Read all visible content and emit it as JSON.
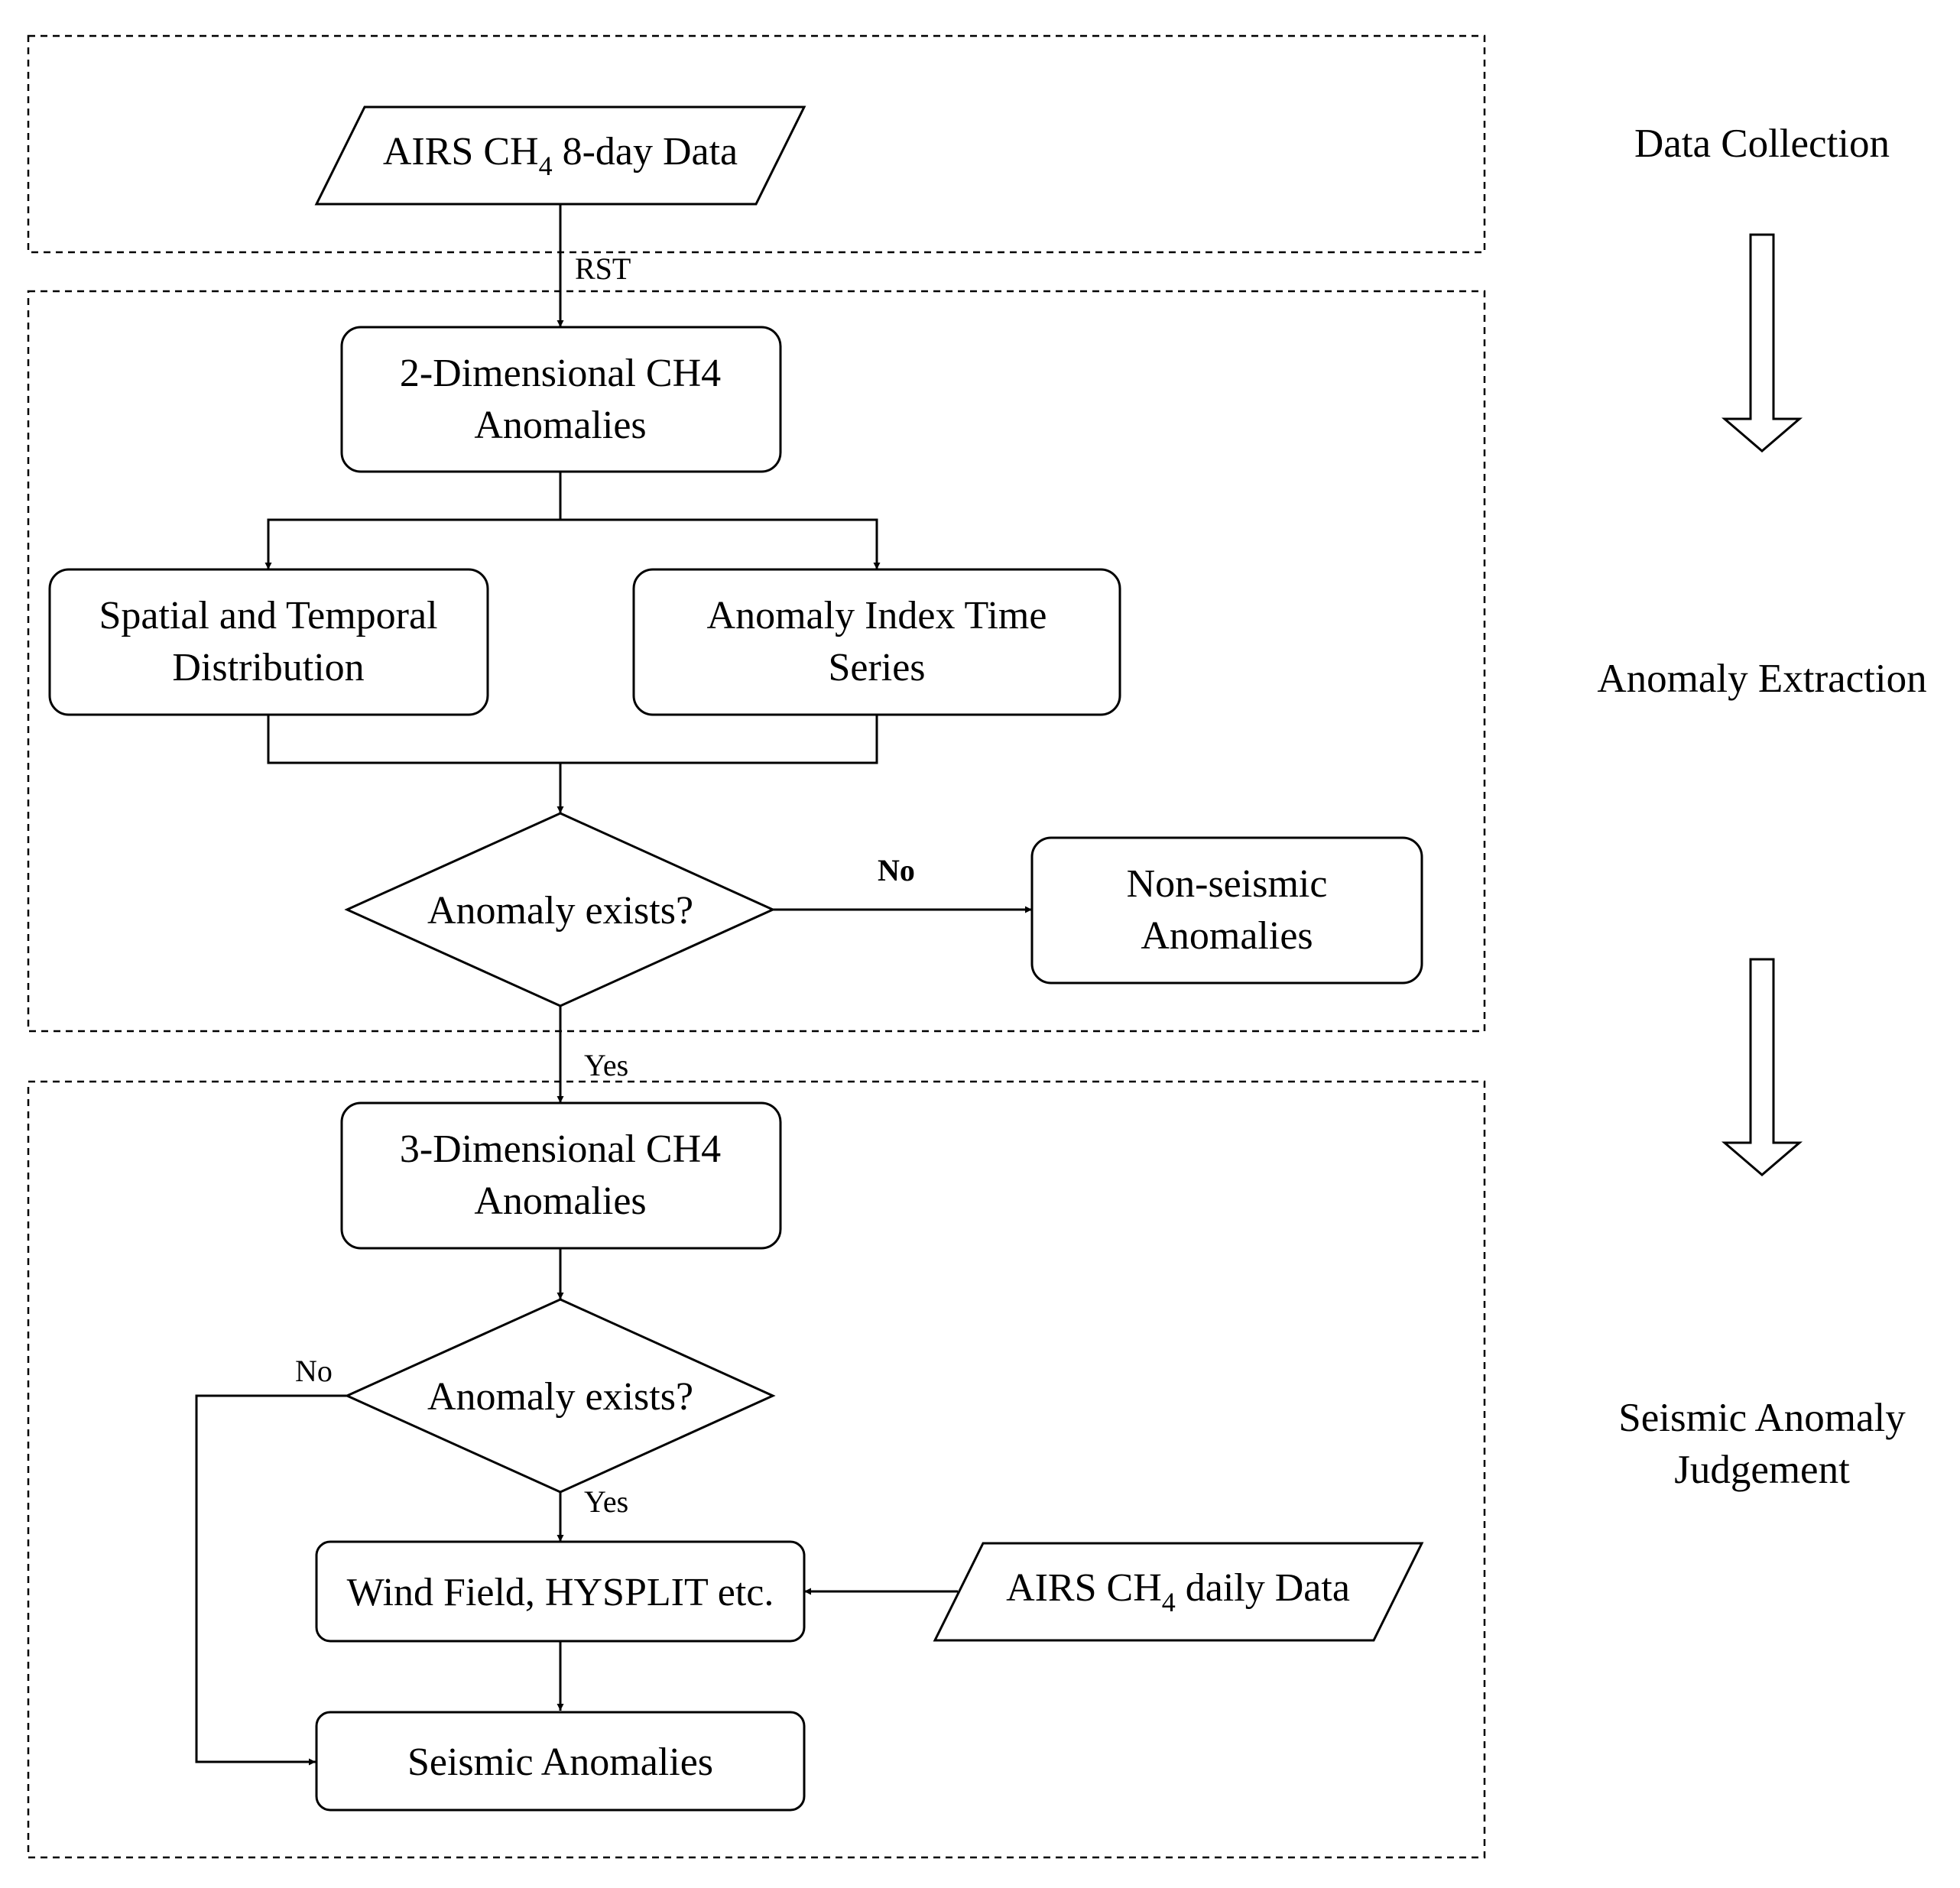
{
  "stages": {
    "data_collection": "Data Collection",
    "anomaly_extraction": "Anomaly Extraction",
    "seismic_judgement_line1": "Seismic Anomaly",
    "seismic_judgement_line2": "Judgement"
  },
  "nodes": {
    "airs_8day": {
      "prefix": "AIRS CH",
      "sub": "4",
      "suffix": " 8-day Data"
    },
    "anom2d": {
      "line1": "2-Dimensional CH4",
      "line2": "Anomalies"
    },
    "spatial": {
      "line1": "Spatial and Temporal",
      "line2": "Distribution"
    },
    "index_ts": {
      "line1": "Anomaly Index Time",
      "line2": "Series"
    },
    "decision1": "Anomaly exists?",
    "nonseismic": {
      "line1": "Non-seismic",
      "line2": "Anomalies"
    },
    "anom3d": {
      "line1": "3-Dimensional CH4",
      "line2": "Anomalies"
    },
    "decision2": "Anomaly exists?",
    "wind": "Wind Field, HYSPLIT etc.",
    "airs_daily": {
      "prefix": "AIRS CH",
      "sub": "4",
      "suffix": " daily Data"
    },
    "seismic": "Seismic Anomalies"
  },
  "edge_labels": {
    "rst": "RST",
    "no1": "No",
    "yes1": "Yes",
    "no2": "No",
    "yes2": "Yes"
  }
}
